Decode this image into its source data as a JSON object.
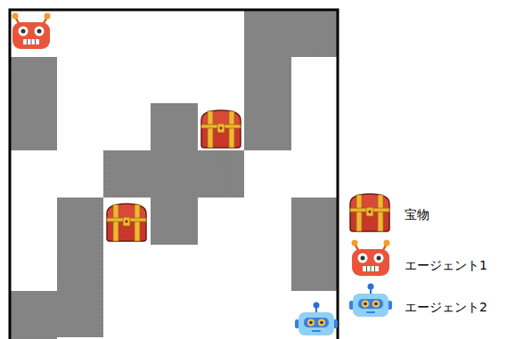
{
  "diagram": {
    "legend": [
      {
        "text": "宝物"
      },
      {
        "text": "エージェント1"
      },
      {
        "text": "エージェント2"
      }
    ]
  }
}
